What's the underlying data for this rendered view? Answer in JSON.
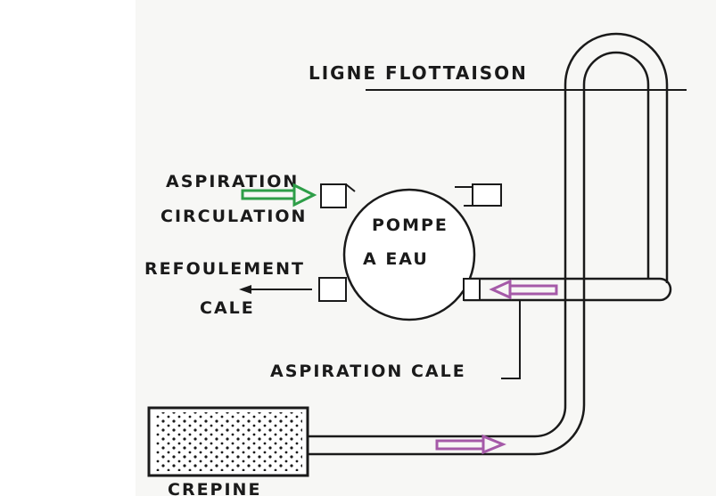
{
  "labels": {
    "waterline": "LIGNE FLOTTAISON",
    "pump_line1": "POMPE",
    "pump_line2": "A EAU",
    "aspiration_line1": "ASPIRATION",
    "aspiration_line2": "CIRCULATION",
    "refoulement_line1": "REFOULEMENT",
    "refoulement_line2": "CALE",
    "aspiration_cale": "ASPIRATION CALE",
    "strainer": "CREPINE"
  },
  "colors": {
    "ink": "#1a1a1a",
    "arrow_green": "#2e9e48",
    "arrow_purple": "#a55aa8",
    "paper": "#f7f7f5"
  },
  "icons": {
    "green_arrow": "arrow-right-icon",
    "purple_arrow_pipe": "arrow-left-icon",
    "purple_arrow_bottom": "arrow-right-icon",
    "discharge_arrow": "arrow-left-icon"
  }
}
